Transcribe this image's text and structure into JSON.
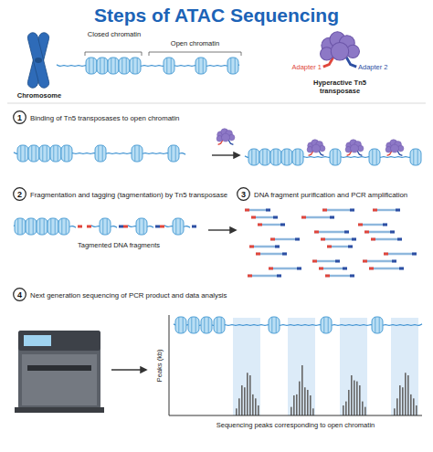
{
  "diagram": {
    "title": "Steps of ATAC Sequencing",
    "nodes": [
      {
        "text": [
          "1",
          "Binding of Tn5 transposases to open chromatin"
        ]
      },
      {
        "text": [
          "2",
          "Fragmentation and tagging (tagmentation) by Tn5 transposase"
        ]
      },
      {
        "text": [
          "3",
          "DNA fragment purification and PCR amplification"
        ]
      },
      {
        "text": [
          "4",
          "Next generation sequencing of PCR product and data analysis"
        ]
      }
    ],
    "labels": [
      "Chromosome",
      "Closed chromatin",
      "Open chromatin",
      "Hyperactive Tn5 transposase",
      "Adapter 1",
      "Adapter 2",
      "Tagmented DNA fragments",
      "Peaks (kb)",
      "Sequencing peaks corresponding to open chromatin"
    ]
  }
}
